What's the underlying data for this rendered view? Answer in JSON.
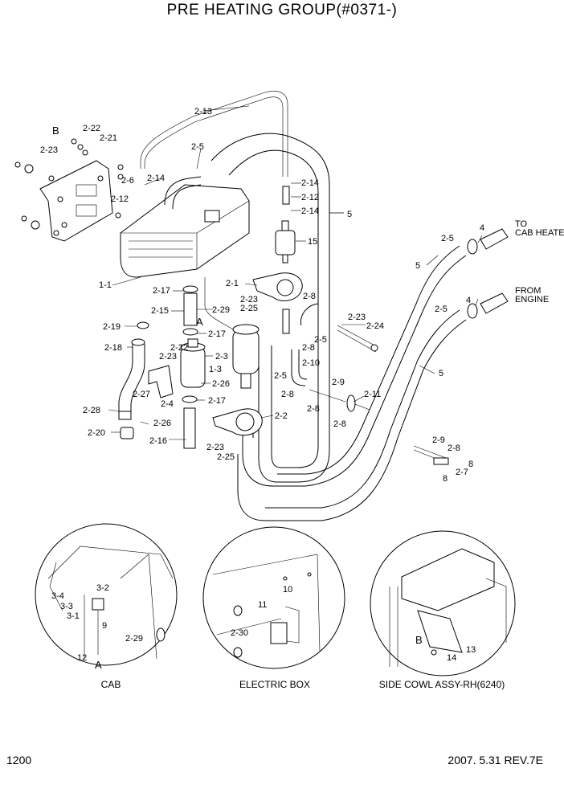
{
  "title": "PRE HEATING GROUP(#0371-)",
  "page_number": "1200",
  "revision": "2007. 5.31  REV.7E",
  "captions": {
    "cab": "CAB",
    "electric_box": "ELECTRIC BOX",
    "side_cowl": "SIDE COWL ASSY-RH(6240)"
  },
  "notes": {
    "cab_heater_1": "TO",
    "cab_heater_2": "CAB HEATER",
    "engine_1": "FROM",
    "engine_2": "ENGINE"
  },
  "part_labels": {
    "l_2_13": "2-13",
    "l_b_top": "B",
    "l_2_22_top": "2-22",
    "l_2_21": "2-21",
    "l_2_23_top": "2-23",
    "l_2_5_a": "2-5",
    "l_2_6": "2-6",
    "l_2_14_a": "2-14",
    "l_2_12_a": "2-12",
    "l_2_14_b": "2-14",
    "l_2_12_b": "2-12",
    "l_2_14_c": "2-14",
    "l_5_a": "5",
    "l_15": "15",
    "l_4_a": "4",
    "l_2_5_b": "2-5",
    "l_5_b": "5",
    "l_1_1": "1-1",
    "l_2_1": "2-1",
    "l_2_17_a": "2-17",
    "l_2_23_mid": "2-23",
    "l_2_8_a": "2-8",
    "l_2_25_a": "2-25",
    "l_4_b": "4",
    "l_2_15": "2-15",
    "l_2_29_a": "2-29",
    "l_a_top": "A",
    "l_2_5_c": "2-5",
    "l_2_23_r": "2-23",
    "l_2_24": "2-24",
    "l_2_19": "2-19",
    "l_2_17_b": "2-17",
    "l_2_5_d": "2-5",
    "l_2_8_b": "2-8",
    "l_2_18": "2-18",
    "l_2_22_mid": "2-22",
    "l_2_23_mid2": "2-23",
    "l_2_3": "2-3",
    "l_1_3": "1-3",
    "l_2_10": "2-10",
    "l_5_c": "5",
    "l_2_5_e": "2-5",
    "l_2_9_a": "2-9",
    "l_2_26_a": "2-26",
    "l_2_27": "2-27",
    "l_2_8_c": "2-8",
    "l_2_11": "2-11",
    "l_2_4": "2-4",
    "l_2_17_c": "2-17",
    "l_2_8_d": "2-8",
    "l_2_28": "2-28",
    "l_2_8_e": "2-8",
    "l_2_2": "2-2",
    "l_2_26_b": "2-26",
    "l_2_20": "2-20",
    "l_2_16": "2-16",
    "l_2_9_b": "2-9",
    "l_2_23_bot": "2-23",
    "l_2_8_f": "2-8",
    "l_2_25_b": "2-25",
    "l_8_a": "8",
    "l_2_7": "2-7",
    "l_8_b": "8",
    "l_3_4": "3-4",
    "l_3_2": "3-2",
    "l_3_3": "3-3",
    "l_3_1": "3-1",
    "l_9": "9",
    "l_2_29_b": "2-29",
    "l_12": "12",
    "l_a_bot": "A",
    "l_10": "10",
    "l_11": "11",
    "l_2_30": "2-30",
    "l_b_bot": "B",
    "l_13": "13",
    "l_14": "14"
  }
}
